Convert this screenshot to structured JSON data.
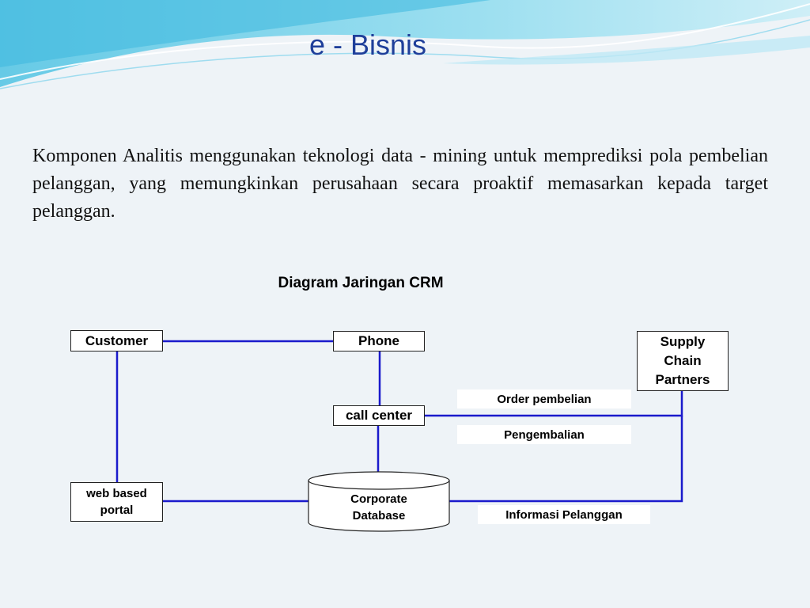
{
  "slide": {
    "title": "e - Bisnis",
    "paragraph": "Komponen Analitis menggunakan teknologi data - mining untuk memprediksi pola pembelian pelanggan, yang memungkinkan perusahaan secara proaktif memasarkan kepada target pelanggan."
  },
  "diagram": {
    "title": "Diagram Jaringan CRM",
    "nodes": {
      "customer": "Customer",
      "phone": "Phone",
      "supply_line1": "Supply",
      "supply_line2": "Chain",
      "supply_line3": "Partners",
      "call_center": "call center",
      "web_line1": "web based",
      "web_line2": "portal",
      "db_line1": "Corporate",
      "db_line2": "Database"
    },
    "edge_labels": {
      "order": "Order pembelian",
      "returns": "Pengembalian",
      "customer_info": "Informasi Pelanggan"
    },
    "colors": {
      "connector": "#1a1acc",
      "title": "#1f3f9a",
      "wave": "#5fc9e6"
    }
  }
}
